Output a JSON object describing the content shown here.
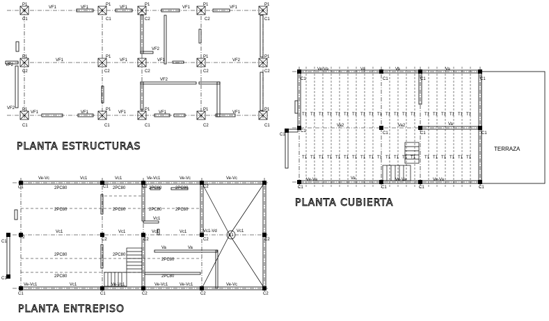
{
  "titles": {
    "estructuras": "PLANTA ESTRUCTURAS",
    "entrepiso": "PLANTA ENTREPISO",
    "cubierta": "PLANTA CUBIERTA"
  },
  "labels": {
    "terraza": "TERRAZA",
    "vf1": "VF1",
    "vf2": "VF2",
    "c1": "C1",
    "c2": "C2",
    "p1": "P1",
    "vc1": "Vc1",
    "vc": "Vc",
    "vevc1": "Ve-Vc1",
    "vevc": "Ve-Vc",
    "vd": "Vd",
    "vdvc": "Vd-Vc",
    "twopc": "2PC80",
    "t1": "T1",
    "va": "Va",
    "veva": "Ve-Va",
    "vaz": "Va2",
    "l1": "L1",
    "vc1vd": "Vc1-Vd"
  }
}
